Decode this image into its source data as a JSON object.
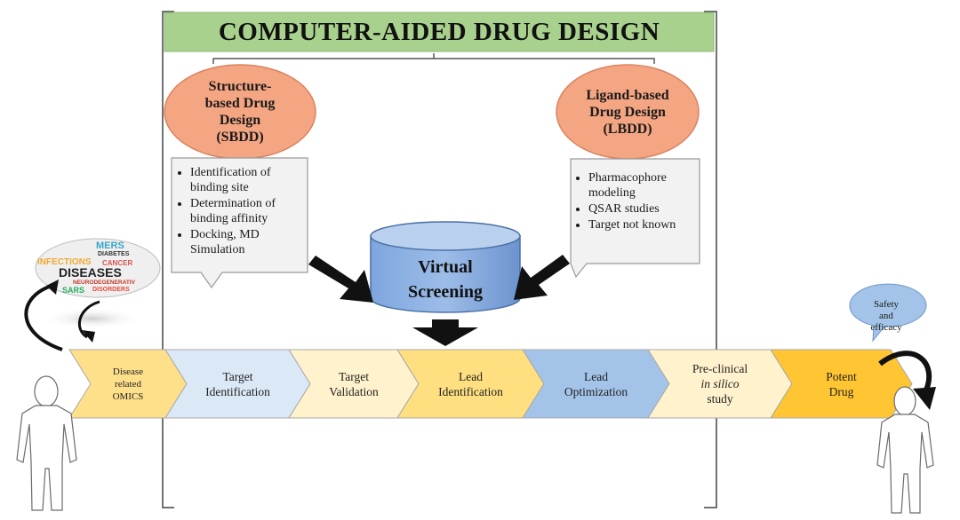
{
  "title": "COMPUTER-AIDED DRUG DESIGN",
  "sbdd": {
    "label": [
      "Structure-",
      "based Drug",
      "Design",
      "(SBDD)"
    ],
    "points": [
      "Identification of binding site",
      "Determination of binding affinity",
      "Docking, MD Simulation"
    ]
  },
  "lbdd": {
    "label": [
      "Ligand-based",
      "Drug Design",
      "(LBDD)"
    ],
    "points": [
      "Pharmacophore modeling",
      "QSAR studies",
      "Target not known"
    ]
  },
  "virtual_screening": [
    "Virtual",
    "Screening"
  ],
  "pipeline": [
    {
      "lines": [
        "Disease",
        "related",
        "OMICS"
      ],
      "color": "#ffe08a"
    },
    {
      "lines": [
        "Target",
        "Identification"
      ],
      "color": "#dbe8f6"
    },
    {
      "lines": [
        "Target",
        "Validation"
      ],
      "color": "#fff2cc"
    },
    {
      "lines": [
        "Lead",
        "Identification"
      ],
      "color": "#ffdf80"
    },
    {
      "lines": [
        "Lead",
        "Optimization"
      ],
      "color": "#a3c4e8"
    },
    {
      "lines": [
        "Pre-clinical",
        "in silico",
        "study"
      ],
      "color": "#fff2cc"
    },
    {
      "lines": [
        "Potent",
        "Drug"
      ],
      "color": "#ffc533"
    }
  ],
  "safety": [
    "Safety",
    "and",
    "efficacy"
  ],
  "word_cloud": [
    {
      "text": "MERS",
      "color": "#3aa6c9"
    },
    {
      "text": "DIABETES",
      "color": "#333333"
    },
    {
      "text": "INFECTIONS",
      "color": "#f0a830"
    },
    {
      "text": "CANCER",
      "color": "#d9534f"
    },
    {
      "text": "DISEASES",
      "color": "#222222"
    },
    {
      "text": "NEURODEGENERATIV",
      "color": "#c0392b"
    },
    {
      "text": "SARS",
      "color": "#27ae60"
    },
    {
      "text": "DISORDERS",
      "color": "#e74c3c"
    }
  ]
}
